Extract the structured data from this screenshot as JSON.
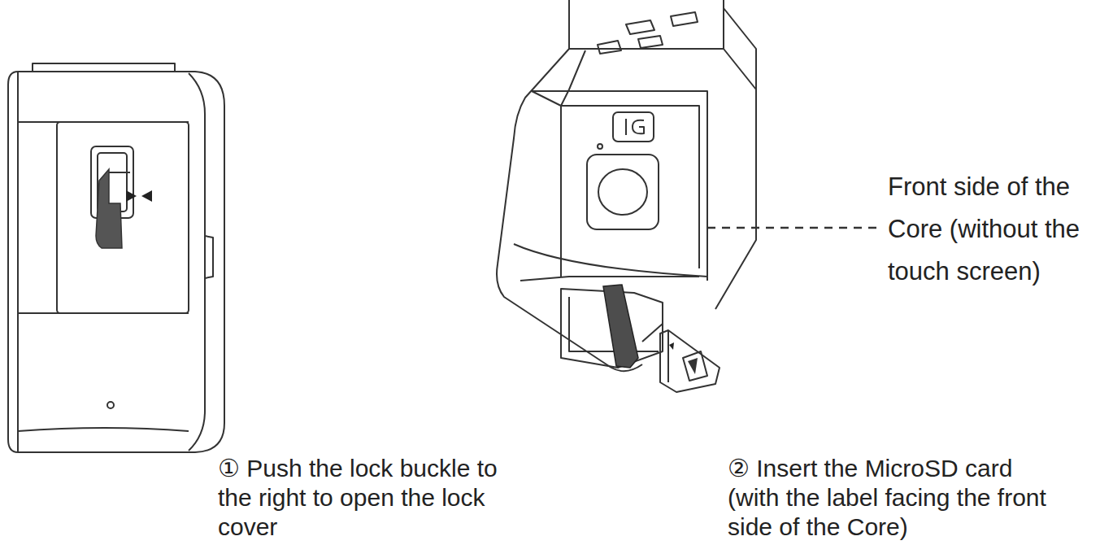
{
  "diagram": {
    "labels": [
      "① Push the lock buckle to the right to open the lock cover",
      "② Insert the MicroSD card (with the label facing the front side of the Core)",
      "Front side of the Core (without the touch screen)"
    ]
  }
}
